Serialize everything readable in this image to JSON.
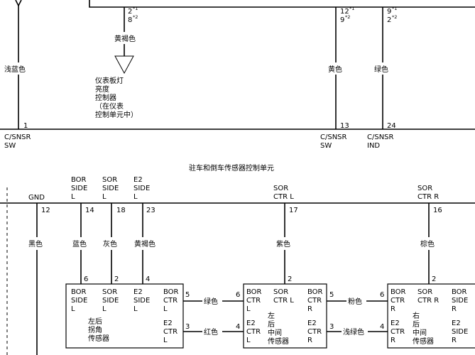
{
  "top_unit": {
    "sup1": "*1",
    "sup2": "*2",
    "pin_a1": "2",
    "pin_a2": "8",
    "pin_b1": "12",
    "pin_b2": "9",
    "pin_c1": "9",
    "pin_c2": "2",
    "wire_brown_yellow": "黄褐色",
    "wire_light_blue": "浅蓝色",
    "wire_yellow": "黄色",
    "wire_green": "绿色",
    "ground_note": [
      "仪表板灯",
      "亮度",
      "控制器",
      "（在仪表",
      "控制单元中）"
    ],
    "pin_1": "1",
    "pin_13": "13",
    "pin_24": "24",
    "conn_1_l1": "C/SNSR",
    "conn_1_l2": "SW",
    "conn_13_l1": "C/SNSR",
    "conn_13_l2": "SW",
    "conn_24_l1": "C/SNSR",
    "conn_24_l2": "IND"
  },
  "control_unit": {
    "title": "驻车和倒车传感器控制单元",
    "gnd": "GND",
    "bor_side_l": [
      "BOR",
      "SIDE",
      "L"
    ],
    "sor_side_l": [
      "SOR",
      "SIDE",
      "L"
    ],
    "e2_side_l": [
      "E2",
      "SIDE",
      "L"
    ],
    "sor_ctr_l": [
      "SOR",
      "CTR L"
    ],
    "sor_ctr_r": [
      "SOR",
      "CTR R"
    ],
    "pin_12": "12",
    "pin_14": "14",
    "pin_18": "18",
    "pin_23": "23",
    "pin_17": "17",
    "pin_16": "16"
  },
  "wires": {
    "black": "黑色",
    "blue": "蓝色",
    "gray": "灰色",
    "brown_yellow": "黄褐色",
    "purple": "紫色",
    "brown": "棕色",
    "green": "绿色",
    "red": "红色",
    "pink": "粉色",
    "light_green": "浅绿色"
  },
  "sensor_left_corner": {
    "pin_6": "6",
    "pin_2": "2",
    "pin_4": "4",
    "pin_5": "5",
    "pin_3": "3",
    "bor_side_l": [
      "BOR",
      "SIDE",
      "L"
    ],
    "sor_side_l": [
      "SOR",
      "SIDE",
      "L"
    ],
    "e2_side_l": [
      "E2",
      "SIDE",
      "L"
    ],
    "bor_ctr_l": [
      "BOR",
      "CTR",
      "L"
    ],
    "e2_ctr_l": [
      "E2",
      "CTR",
      "L"
    ],
    "name": [
      "左后",
      "拐角",
      "传感器"
    ]
  },
  "sensor_left_center": {
    "pin_6": "6",
    "pin_4": "4",
    "pin_2": "2",
    "pin_5": "5",
    "pin_3": "3",
    "bor_ctr_l": [
      "BOR",
      "CTR",
      "L"
    ],
    "e2_ctr_l": [
      "E2",
      "CTR",
      "L"
    ],
    "sor_ctr_l": [
      "SOR",
      "CTR L"
    ],
    "bor_ctr_r": [
      "BOR",
      "CTR",
      "R"
    ],
    "e2_ctr_r": [
      "E2",
      "CTR",
      "R"
    ],
    "name": [
      "左",
      "后",
      "中间",
      "传感器"
    ]
  },
  "sensor_right_center": {
    "pin_6": "6",
    "pin_4": "4",
    "pin_2": "2",
    "bor_ctr_r": [
      "BOR",
      "CTR",
      "R"
    ],
    "e2_ctr_r": [
      "E2",
      "CTR",
      "R"
    ],
    "sor_ctr_r": [
      "SOR",
      "CTR R"
    ],
    "bor_side_r": [
      "BOR",
      "SIDE",
      "R"
    ],
    "e2_side_r": [
      "E2",
      "SIDE",
      "R"
    ],
    "name": [
      "右",
      "后",
      "中间",
      "传感器"
    ]
  }
}
